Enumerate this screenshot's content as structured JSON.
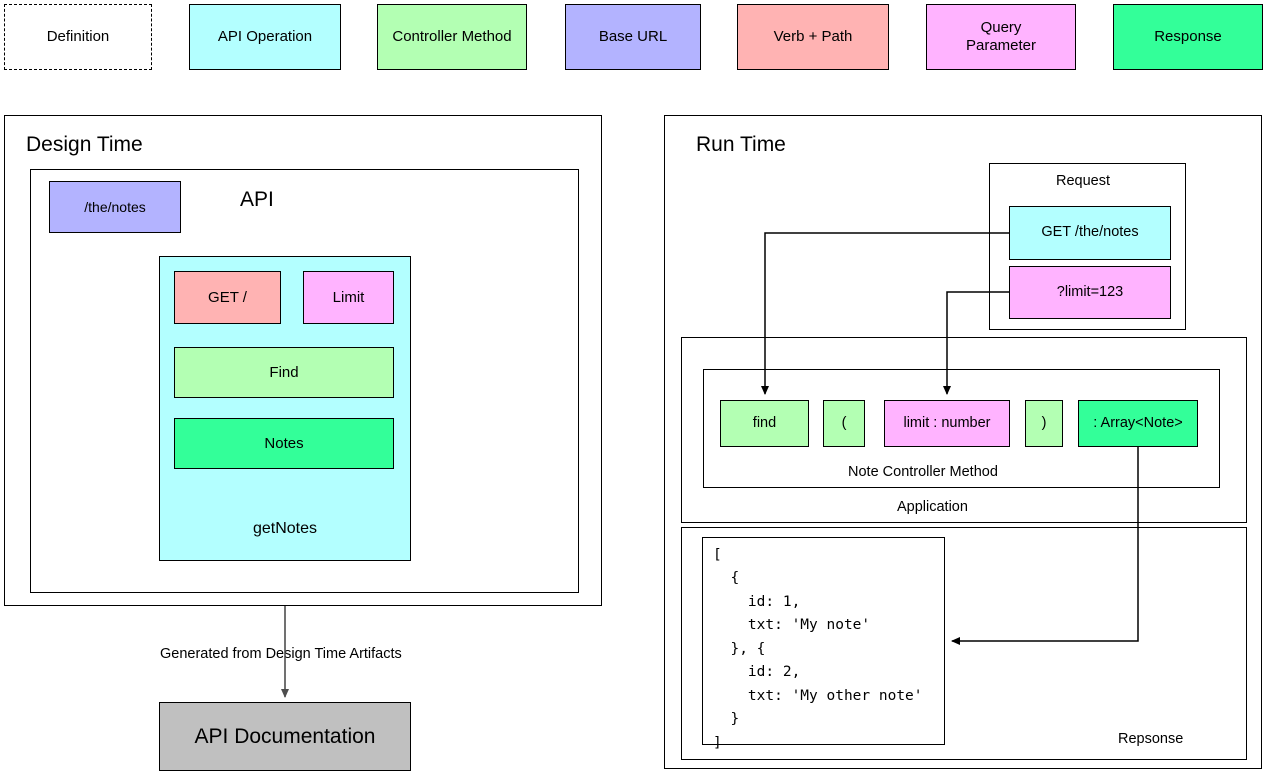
{
  "legend": {
    "items": [
      {
        "label": "Definition",
        "color": "#ffffff",
        "style": "dashed"
      },
      {
        "label": "API Operation",
        "color": "#b3ffff",
        "style": "solid"
      },
      {
        "label": "Controller Method",
        "color": "#b3ffb3",
        "style": "solid"
      },
      {
        "label": "Base URL",
        "color": "#b3b3ff",
        "style": "solid"
      },
      {
        "label": "Verb + Path",
        "color": "#ffb3b3",
        "style": "solid"
      },
      {
        "label": "Query\nParameter",
        "color": "#ffb3ff",
        "style": "solid"
      },
      {
        "label": "Response",
        "color": "#33ff99",
        "style": "solid"
      }
    ]
  },
  "design_time": {
    "title": "Design Time",
    "api_label": "API",
    "base_url": "/the/notes",
    "operation": {
      "name": "getNotes",
      "verb_path": "GET /",
      "query_param": "Limit",
      "controller_method": "Find",
      "response": "Notes"
    },
    "arrow_label": "Generated from Design Time Artifacts",
    "documentation": "API Documentation"
  },
  "run_time": {
    "title": "Run Time",
    "request": {
      "title": "Request",
      "verb_path": "GET /the/notes",
      "query_param": "?limit=123"
    },
    "application": {
      "title": "Application",
      "controller": {
        "title": "Note Controller Method",
        "tokens": [
          {
            "text": "find",
            "color": "#b3ffb3"
          },
          {
            "text": "(",
            "color": "#b3ffb3"
          },
          {
            "text": "limit : number",
            "color": "#ffb3ff"
          },
          {
            "text": ")",
            "color": "#b3ffb3"
          },
          {
            "text": ": Array<Note>",
            "color": "#33ff99"
          }
        ]
      }
    },
    "response": {
      "title": "Repsonse",
      "body": "[\n  {\n    id: 1,\n    txt: 'My note'\n  }, {\n    id: 2,\n    txt: 'My other note'\n  }\n]"
    }
  },
  "colors": {
    "definition": "#ffffff",
    "api_operation": "#b3ffff",
    "controller_method": "#b3ffb3",
    "base_url": "#b3b3ff",
    "verb_path": "#ffb3b3",
    "query_parameter": "#ffb3ff",
    "response": "#33ff99",
    "documentation": "#c0c0c0",
    "stroke": "#000000"
  }
}
